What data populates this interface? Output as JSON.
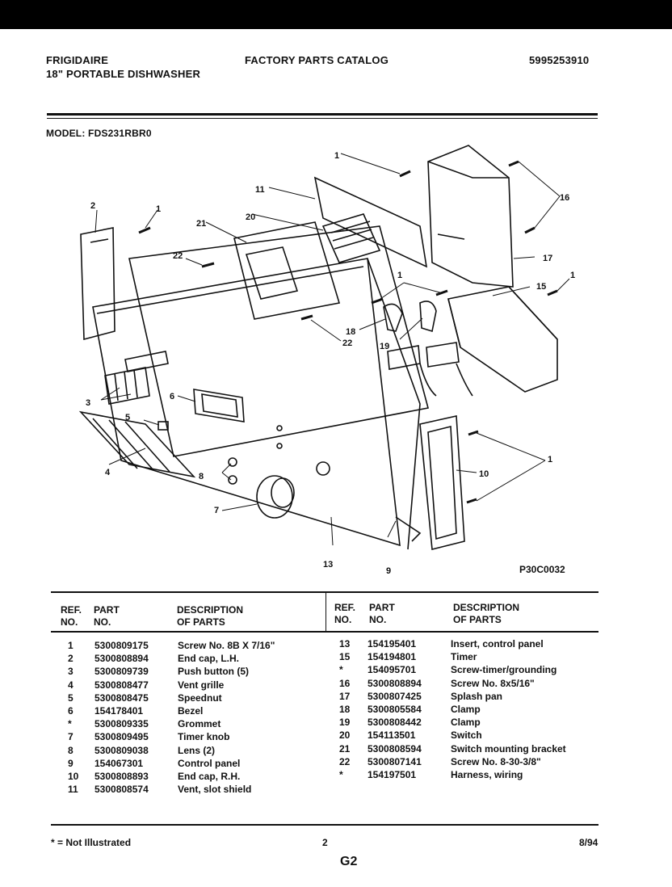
{
  "header": {
    "brand": "FRIGIDAIRE",
    "product": "18\" PORTABLE DISHWASHER",
    "catalog": "FACTORY PARTS CATALOG",
    "catalog_number": "5995253910",
    "model": "MODEL: FDS231RBR0"
  },
  "diagram": {
    "id": "P30C0032",
    "callouts": [
      "1",
      "1",
      "1",
      "1",
      "1",
      "2",
      "3",
      "4",
      "5",
      "6",
      "7",
      "8",
      "9",
      "10",
      "11",
      "13",
      "15",
      "16",
      "17",
      "18",
      "19",
      "20",
      "21",
      "22",
      "22"
    ]
  },
  "table": {
    "col_ref_1": "REF.",
    "col_ref_2": "NO.",
    "col_part_1": "PART",
    "col_part_2": "NO.",
    "col_desc_1": "DESCRIPTION",
    "col_desc_2": "OF PARTS",
    "left_rows": [
      {
        "ref": "1",
        "part": "5300809175",
        "desc": "Screw No. 8B X 7/16\""
      },
      {
        "ref": "2",
        "part": "5300808894",
        "desc": "End cap, L.H."
      },
      {
        "ref": "3",
        "part": "5300809739",
        "desc": "Push button (5)"
      },
      {
        "ref": "4",
        "part": "5300808477",
        "desc": "Vent grille"
      },
      {
        "ref": "5",
        "part": "5300808475",
        "desc": "Speednut"
      },
      {
        "ref": "6",
        "part": "154178401",
        "desc": "Bezel"
      },
      {
        "ref": "*",
        "part": "5300809335",
        "desc": "Grommet"
      },
      {
        "ref": "7",
        "part": "5300809495",
        "desc": "Timer knob"
      },
      {
        "ref": "8",
        "part": "5300809038",
        "desc": "Lens (2)"
      },
      {
        "ref": "9",
        "part": "154067301",
        "desc": "Control panel"
      },
      {
        "ref": "10",
        "part": "5300808893",
        "desc": "End cap, R.H."
      },
      {
        "ref": "11",
        "part": "5300808574",
        "desc": "Vent, slot shield"
      }
    ],
    "right_rows": [
      {
        "ref": "13",
        "part": "154195401",
        "desc": "Insert, control panel"
      },
      {
        "ref": "15",
        "part": "154194801",
        "desc": "Timer"
      },
      {
        "ref": "*",
        "part": "154095701",
        "desc": "Screw-timer/grounding"
      },
      {
        "ref": "16",
        "part": "5300808894",
        "desc": "Screw No. 8x5/16\""
      },
      {
        "ref": "17",
        "part": "5300807425",
        "desc": "Splash pan"
      },
      {
        "ref": "18",
        "part": "5300805584",
        "desc": "Clamp"
      },
      {
        "ref": "19",
        "part": "5300808442",
        "desc": "Clamp"
      },
      {
        "ref": "20",
        "part": "154113501",
        "desc": "Switch"
      },
      {
        "ref": "21",
        "part": "5300808594",
        "desc": "Switch mounting bracket"
      },
      {
        "ref": "22",
        "part": "5300807141",
        "desc": "Screw No. 8-30-3/8\""
      },
      {
        "ref": "*",
        "part": "154197501",
        "desc": "Harness, wiring"
      }
    ]
  },
  "footer": {
    "note": "* = Not Illustrated",
    "page": "2",
    "date": "8/94",
    "section": "G2"
  }
}
